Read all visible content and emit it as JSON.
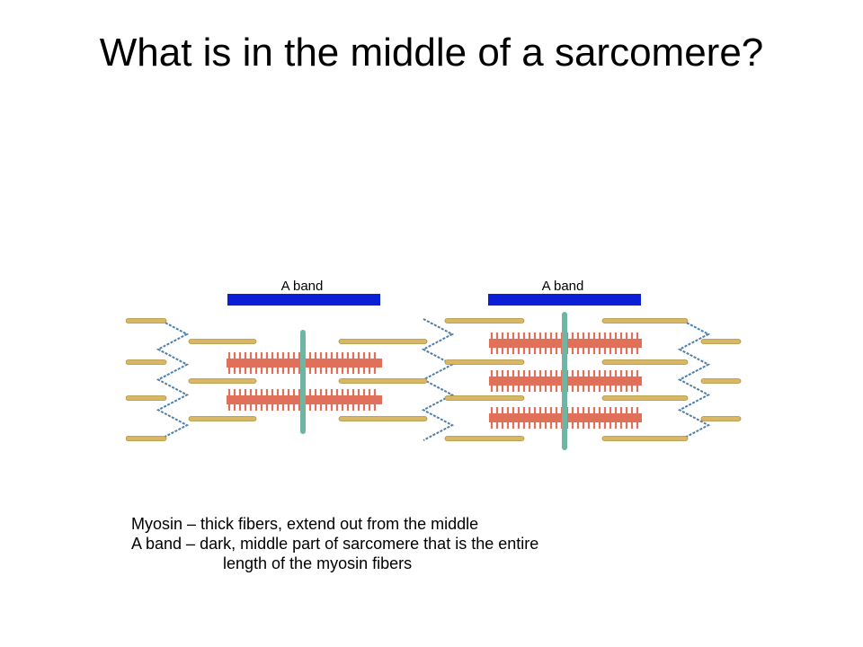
{
  "slide": {
    "title": "What is in the middle of a sarcomere?"
  },
  "diagram": {
    "band_labels": [
      "A band",
      "A band"
    ],
    "colors": {
      "a_band": "#0a1fd6",
      "myosin": "#e0705a",
      "actin": "#d9b865",
      "actin_outline": "#b0923f",
      "z_line": "#4f7fa8",
      "m_line": "#6fb5a3"
    }
  },
  "caption": {
    "lines": [
      "Myosin – thick fibers, extend out from the middle",
      "A band – dark, middle part of sarcomere that is the entire",
      "length of the myosin fibers"
    ]
  }
}
